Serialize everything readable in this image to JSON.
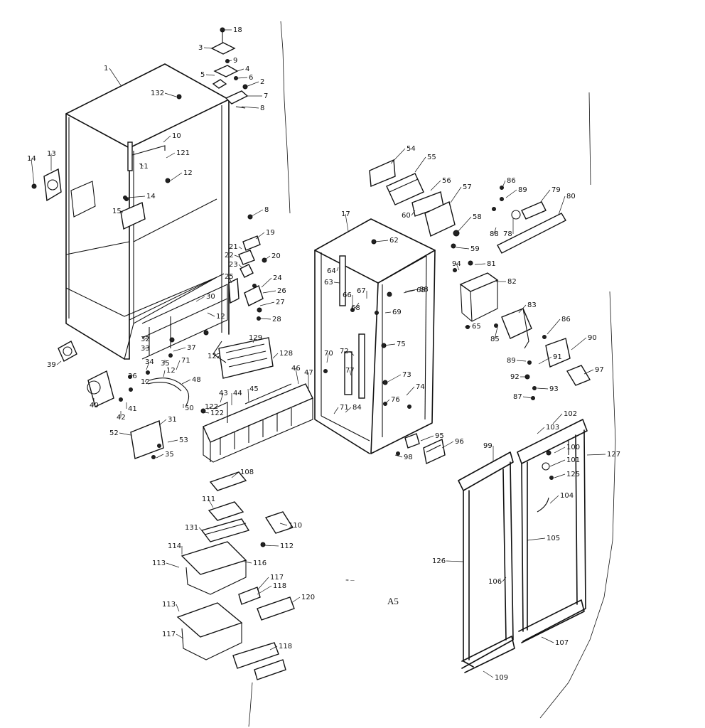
{
  "diagram": {
    "sheet_tag": "A5",
    "small_mark": "≈ —",
    "callouts": [
      {
        "label": "18"
      },
      {
        "label": "3"
      },
      {
        "label": "9"
      },
      {
        "label": "4"
      },
      {
        "label": "5"
      },
      {
        "label": "6"
      },
      {
        "label": "2"
      },
      {
        "label": "7"
      },
      {
        "label": "8"
      },
      {
        "label": "1"
      },
      {
        "label": "132"
      },
      {
        "label": "10"
      },
      {
        "label": "121"
      },
      {
        "label": "11"
      },
      {
        "label": "12"
      },
      {
        "label": "14"
      },
      {
        "label": "13"
      },
      {
        "label": "14"
      },
      {
        "label": "15"
      },
      {
        "label": "8"
      },
      {
        "label": "19"
      },
      {
        "label": "21"
      },
      {
        "label": "22"
      },
      {
        "label": "20"
      },
      {
        "label": "23"
      },
      {
        "label": "25"
      },
      {
        "label": "24"
      },
      {
        "label": "26"
      },
      {
        "label": "27"
      },
      {
        "label": "28"
      },
      {
        "label": "30"
      },
      {
        "label": "12"
      },
      {
        "label": "32"
      },
      {
        "label": "33"
      },
      {
        "label": "37"
      },
      {
        "label": "39"
      },
      {
        "label": "34"
      },
      {
        "label": "35"
      },
      {
        "label": "36"
      },
      {
        "label": "12"
      },
      {
        "label": "71"
      },
      {
        "label": "48"
      },
      {
        "label": "12"
      },
      {
        "label": "40"
      },
      {
        "label": "41"
      },
      {
        "label": "42"
      },
      {
        "label": "50"
      },
      {
        "label": "122"
      },
      {
        "label": "129"
      },
      {
        "label": "128"
      },
      {
        "label": "122"
      },
      {
        "label": "46"
      },
      {
        "label": "47"
      },
      {
        "label": "43"
      },
      {
        "label": "44"
      },
      {
        "label": "45"
      },
      {
        "label": "122"
      },
      {
        "label": "52"
      },
      {
        "label": "31"
      },
      {
        "label": "53"
      },
      {
        "label": "35"
      },
      {
        "label": "17"
      },
      {
        "label": "62"
      },
      {
        "label": "64"
      },
      {
        "label": "63"
      },
      {
        "label": "66"
      },
      {
        "label": "67"
      },
      {
        "label": "68"
      },
      {
        "label": "69"
      },
      {
        "label": "68"
      },
      {
        "label": "54"
      },
      {
        "label": "55"
      },
      {
        "label": "56"
      },
      {
        "label": "57"
      },
      {
        "label": "60"
      },
      {
        "label": "58"
      },
      {
        "label": "59"
      },
      {
        "label": "86"
      },
      {
        "label": "89"
      },
      {
        "label": "79"
      },
      {
        "label": "80"
      },
      {
        "label": "88"
      },
      {
        "label": "78"
      },
      {
        "label": "94"
      },
      {
        "label": "81"
      },
      {
        "label": "82"
      },
      {
        "label": "88"
      },
      {
        "label": "65"
      },
      {
        "label": "75"
      },
      {
        "label": "70"
      },
      {
        "label": "72"
      },
      {
        "label": "77"
      },
      {
        "label": "73"
      },
      {
        "label": "74"
      },
      {
        "label": "76"
      },
      {
        "label": "71"
      },
      {
        "label": "84"
      },
      {
        "label": "83"
      },
      {
        "label": "85"
      },
      {
        "label": "86"
      },
      {
        "label": "90"
      },
      {
        "label": "89"
      },
      {
        "label": "91"
      },
      {
        "label": "92"
      },
      {
        "label": "93"
      },
      {
        "label": "87"
      },
      {
        "label": "97"
      },
      {
        "label": "95"
      },
      {
        "label": "96"
      },
      {
        "label": "98"
      },
      {
        "label": "102"
      },
      {
        "label": "103"
      },
      {
        "label": "99"
      },
      {
        "label": "100"
      },
      {
        "label": "101"
      },
      {
        "label": "125"
      },
      {
        "label": "127"
      },
      {
        "label": "104"
      },
      {
        "label": "126"
      },
      {
        "label": "105"
      },
      {
        "label": "106"
      },
      {
        "label": "107"
      },
      {
        "label": "109"
      },
      {
        "label": "108"
      },
      {
        "label": "111"
      },
      {
        "label": "110"
      },
      {
        "label": "131"
      },
      {
        "label": "112"
      },
      {
        "label": "114"
      },
      {
        "label": "113"
      },
      {
        "label": "116"
      },
      {
        "label": "117"
      },
      {
        "label": "118"
      },
      {
        "label": "120"
      },
      {
        "label": "113"
      },
      {
        "label": "117"
      },
      {
        "label": "118"
      }
    ]
  }
}
